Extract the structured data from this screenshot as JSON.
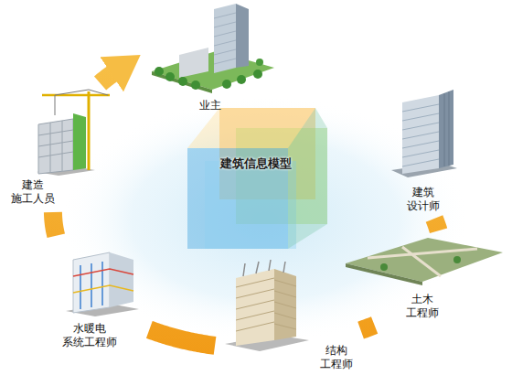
{
  "diagram": {
    "nodes": [
      {
        "text": [
          "业主"
        ]
      },
      {
        "text": [
          "建造 施工人员"
        ]
      },
      {
        "text": [
          "建筑信息模型"
        ]
      },
      {
        "text": [
          "建筑 设计师"
        ]
      },
      {
        "text": [
          "土木 工程师"
        ]
      },
      {
        "text": [
          "水暖电 系统工程师"
        ]
      },
      {
        "text": [
          "结构 工程师"
        ]
      }
    ],
    "edges": [
      {
        "from": 3,
        "to": 4,
        "arrow": "none"
      },
      {
        "from": 4,
        "to": 6,
        "arrow": "none"
      },
      {
        "from": 6,
        "to": 5,
        "arrow": "none"
      },
      {
        "from": 5,
        "to": 1,
        "arrow": "none"
      },
      {
        "from": 1,
        "to": 0,
        "arrow": "to"
      }
    ]
  }
}
